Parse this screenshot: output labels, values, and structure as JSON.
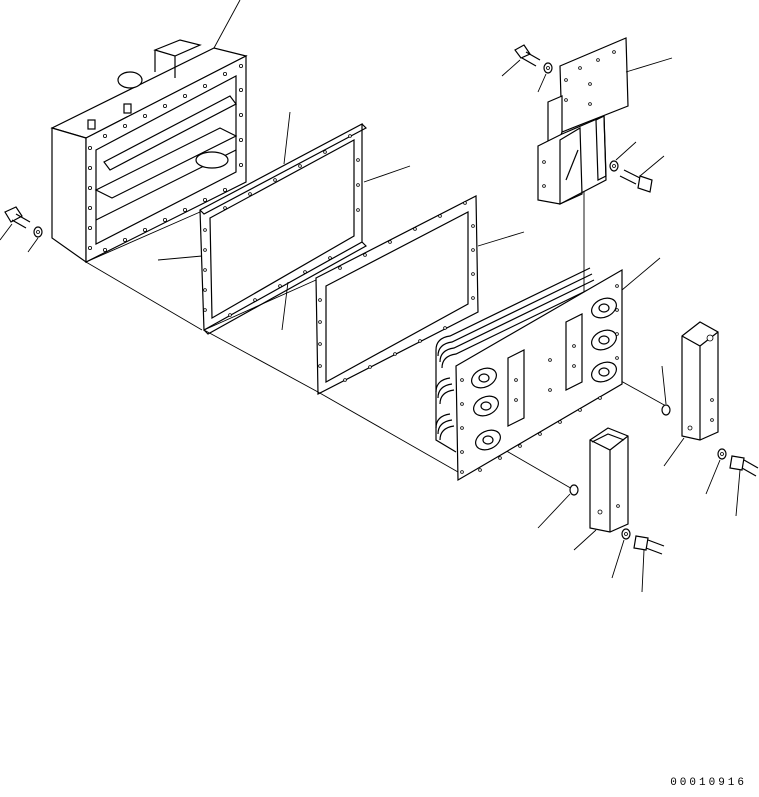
{
  "figure": {
    "catalog_number": "00010916"
  },
  "parts": [
    {
      "name": "cooler-housing"
    },
    {
      "name": "housing-gasket"
    },
    {
      "name": "core-gasket"
    },
    {
      "name": "oil-cooler-core"
    },
    {
      "name": "mounting-bracket"
    },
    {
      "name": "left-cover"
    },
    {
      "name": "right-cover"
    },
    {
      "name": "o-ring-left"
    },
    {
      "name": "o-ring-right"
    },
    {
      "name": "bolts"
    },
    {
      "name": "washers"
    }
  ],
  "colors": {
    "line": "#000000",
    "background": "#ffffff"
  }
}
